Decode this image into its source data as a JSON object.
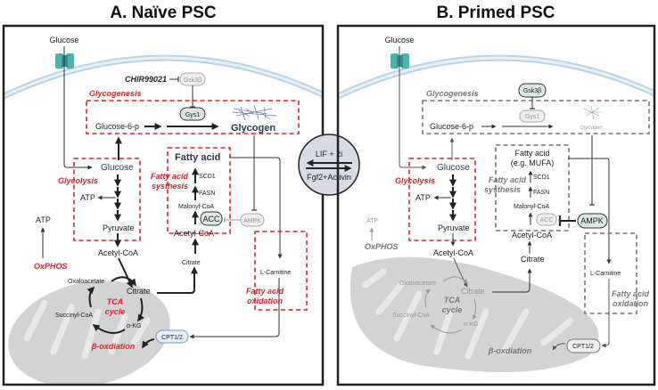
{
  "panels": {
    "naive": {
      "title": "A. Naïve PSC",
      "glucose_top": "Glucose",
      "chir": "CHIR99021",
      "gsk3b": "Gsk3β",
      "glycogenesis": "Glycogenesis",
      "glucose6p": "Glucose-6-p",
      "gys1": "Gys1",
      "glycogen": "Glycogen",
      "glucose": "Glucose",
      "glycolysis": "Glycolysis",
      "atp_inner": "ATP",
      "pyruvate": "Pyruvate",
      "atp_outer": "ATP",
      "oxphos": "OxPHOS",
      "acetylcoa_mito": "Acetyl-CoA",
      "fatty_acid": "Fatty acid",
      "scd1": "SCD1",
      "fasn": "FASN",
      "fa_synthesis_1": "Fatty acid",
      "fa_synthesis_2": "systhesis",
      "malonylcoa": "Malonyl-CoA",
      "acc": "ACC",
      "ampk": "AMPK",
      "acetylcoa": "Acetyl-CoA",
      "citrate_cyto": "Citrate",
      "lcarnitine": "L-Carnitine",
      "fa_oxidation_1": "Fatty acid",
      "fa_oxidation_2": "oxidation",
      "oxaloacetate": "Oxaloacetate",
      "citrate": "Citrate",
      "tca_1": "TCA",
      "tca_2": "cycle",
      "succinylcoa": "Succinyl-CoA",
      "akg": "α-KG",
      "cpt": "CPT1/2",
      "beta_ox": "β-oxdiation"
    },
    "primed": {
      "title": "B. Primed PSC",
      "glucose_top": "Glucose",
      "gsk3b": "Gsk3β",
      "glycogenesis": "Glycogenesis",
      "glucose6p": "Glucose-6-p",
      "gys1": "Gys1",
      "glycogen": "Glycogen",
      "glucose": "Glucose",
      "glycolysis": "Glycolysis",
      "atp_inner": "ATP",
      "pyruvate": "Pyruvate",
      "atp_outer": "ATP",
      "oxphos": "OxPHOS",
      "acetylcoa_mito": "Acetyl-CoA",
      "fatty_acid_1": "Fatty acid",
      "fatty_acid_2": "(e.g. MUFA)",
      "scd1": "SCD1",
      "fasn": "FASN",
      "fa_synthesis_1": "Fatty acid",
      "fa_synthesis_2": "systhesis",
      "malonylcoa": "Malonyl-CoA",
      "acc": "ACC",
      "ampk": "AMPK",
      "acetylcoa": "Acetyl-CoA",
      "citrate_cyto": "Citrate",
      "lcarnitine": "L-Carnitine",
      "fa_oxidation_1": "Fatty acid",
      "fa_oxidation_2": "oxidation",
      "oxaloacetate": "Oxaloacetate",
      "citrate": "Citrate",
      "tca_1": "TCA",
      "tca_2": "cycle",
      "succinylcoa": "Succinyl-CoA",
      "akg": "α-KG",
      "cpt": "CPT1/2",
      "beta_ox": "β-oxdiation"
    }
  },
  "transition": {
    "top": "LIF + 2i",
    "bottom": "Fgf2+Activin"
  },
  "colors": {
    "process_active": "#d8262c",
    "process_inactive": "#777777",
    "enzyme_fill": "#dce9e3",
    "membrane": "#b9d3e6",
    "transporter": "#4fb3ad",
    "mitochondrion": "#d3d3d3"
  }
}
